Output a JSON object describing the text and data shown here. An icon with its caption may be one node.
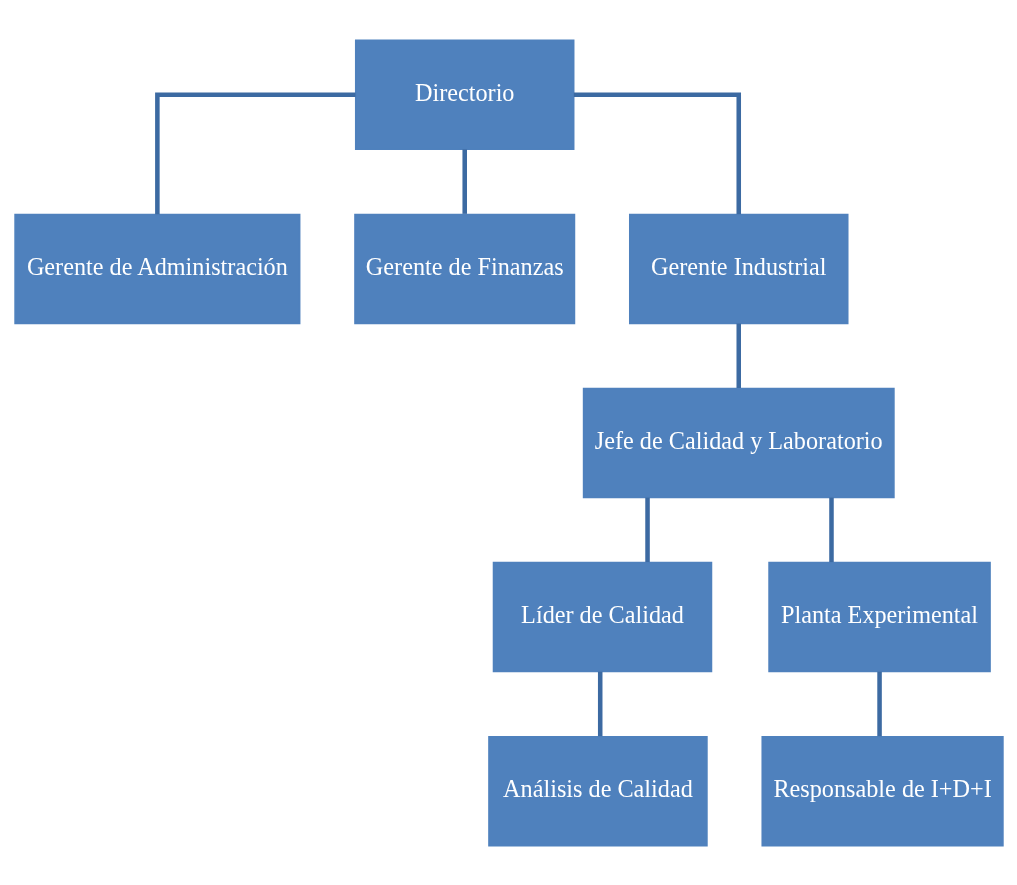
{
  "diagram": {
    "nodes": [
      {
        "text": [
          "Directorio"
        ]
      },
      {
        "text": [
          "Gerente de Administración"
        ]
      },
      {
        "text": [
          "Gerente de Finanzas"
        ]
      },
      {
        "text": [
          "Gerente Industrial"
        ]
      },
      {
        "text": [
          "Jefe de Calidad y Laboratorio"
        ]
      },
      {
        "text": [
          "Líder de Calidad"
        ]
      },
      {
        "text": [
          "Planta Experimental"
        ]
      },
      {
        "text": [
          "Análisis de Calidad"
        ]
      },
      {
        "text": [
          "Responsable de I+D+I"
        ]
      }
    ],
    "edges": [
      {
        "from": 0,
        "to": 1,
        "arrow": "none"
      },
      {
        "from": 0,
        "to": 2,
        "arrow": "none"
      },
      {
        "from": 0,
        "to": 3,
        "arrow": "none"
      },
      {
        "from": 3,
        "to": 4,
        "arrow": "none"
      },
      {
        "from": 4,
        "to": 5,
        "arrow": "none"
      },
      {
        "from": 4,
        "to": 6,
        "arrow": "none"
      },
      {
        "from": 5,
        "to": 7,
        "arrow": "none"
      },
      {
        "from": 6,
        "to": 8,
        "arrow": "none"
      }
    ]
  }
}
